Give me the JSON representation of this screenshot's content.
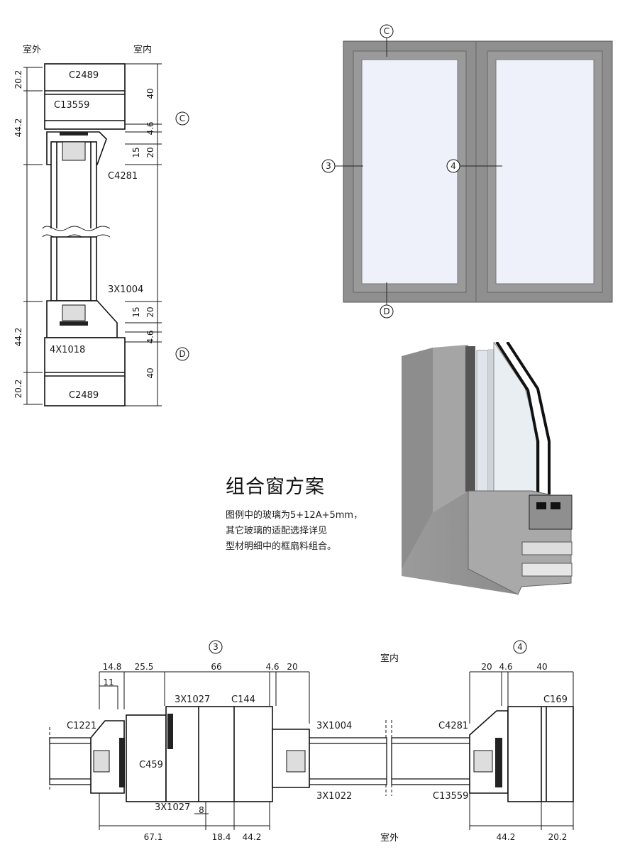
{
  "section_vertical": {
    "outside_label": "室外",
    "inside_label": "室内",
    "dim_left": [
      "20.2",
      "44.2",
      "44.2",
      "20.2"
    ],
    "dim_right": [
      "40",
      "4.6",
      "15",
      "20",
      "15",
      "20",
      "4.6",
      "40"
    ],
    "parts": [
      "C2489",
      "C13559",
      "C4281",
      "3X1004",
      "4X1018",
      "C2489"
    ],
    "markers": [
      "C",
      "D"
    ]
  },
  "elevation": {
    "markers": [
      "C",
      "3",
      "4",
      "D"
    ]
  },
  "text_block": {
    "title": "组合窗方案",
    "lines": [
      "图例中的玻璃为5+12A+5mm，",
      "其它玻璃的适配选择详见",
      "型材明细中的框扇料组合。"
    ]
  },
  "section_horizontal": {
    "markers": [
      "3",
      "4"
    ],
    "inside_label": "室内",
    "outside_label": "室外",
    "dims_top": [
      "14.8",
      "25.5",
      "66",
      "4.6",
      "20",
      "11",
      "20",
      "4.6",
      "40"
    ],
    "dims_bottom": [
      "67.1",
      "8",
      "18.4",
      "44.2",
      "44.2",
      "20.2"
    ],
    "parts": [
      "3X1027",
      "C144",
      "C1221",
      "C459",
      "3X1027",
      "3X1004",
      "3X1022",
      "C4281",
      "C169",
      "C13559"
    ]
  }
}
